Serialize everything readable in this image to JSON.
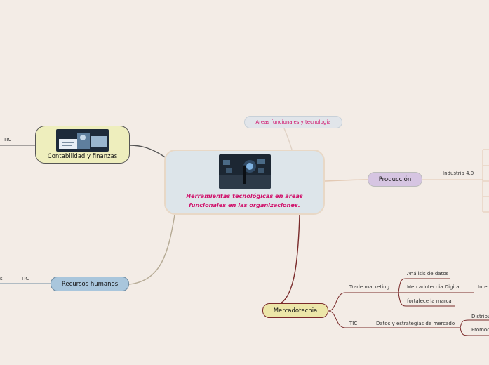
{
  "central": {
    "title": "Herramientas tecnológicas en áreas funcionales en las organizaciones."
  },
  "areas_funcionales": "Áreas funcionales y tecnología",
  "contabilidad": {
    "title": "Contabilidad y finanzas",
    "tic": "TIC"
  },
  "produccion": {
    "title": "Producción",
    "industria": "Industria 4.0"
  },
  "recursos_humanos": {
    "title": "Recursos humanos",
    "tic": "TIC",
    "cut_left": "s"
  },
  "mercadotecnia": {
    "title": "Mercadotecnia",
    "trade_marketing": "Trade marketing",
    "analisis": "Análisis de datos",
    "digital": "Mercadotecnia Digital",
    "inte_cut": "Inte",
    "fortalece": "fortalece la marca",
    "tic": "TIC",
    "datos": "Datos y estrategias de mercado",
    "distrib_cut": "Distribu",
    "promo_cut": "Promoc"
  },
  "colors": {
    "background": "#f3ece6",
    "accent_text": "#d0106a",
    "mercadotecnia_line": "#7a2b2b",
    "contabilidad_line": "#555555",
    "produccion_line": "#e3c9b3",
    "rrhh_line": "#b5aa94"
  }
}
